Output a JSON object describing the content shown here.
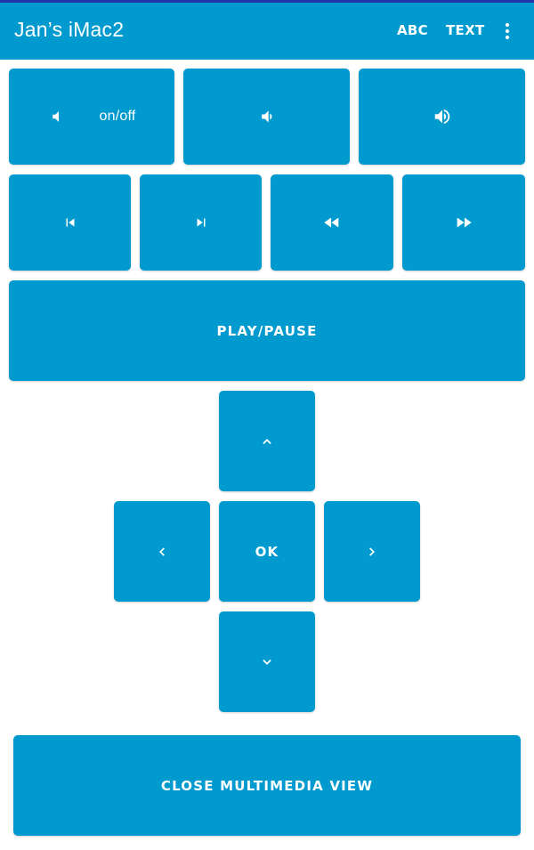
{
  "appbar": {
    "title": "Jan’s iMac2",
    "actions": [
      "ABC",
      "TEXT"
    ],
    "more_icon": "more-vert-icon"
  },
  "colors": {
    "primary": "#009ace",
    "status_bar": "#2233aa",
    "on_primary": "#ffffff",
    "background": "#ffffff"
  },
  "volume": {
    "mute_label": "on/off",
    "icons": [
      "volume-mute-icon",
      "volume-down-icon",
      "volume-up-icon"
    ]
  },
  "transport": {
    "icons": [
      "skip-previous-icon",
      "skip-next-icon",
      "rewind-icon",
      "fast-forward-icon"
    ]
  },
  "play_pause_label": "PLAY/PAUSE",
  "dpad": {
    "ok_label": "OK",
    "icons": [
      "chevron-up-icon",
      "chevron-left-icon",
      "chevron-right-icon",
      "chevron-down-icon"
    ]
  },
  "close_label": "CLOSE MULTIMEDIA VIEW"
}
